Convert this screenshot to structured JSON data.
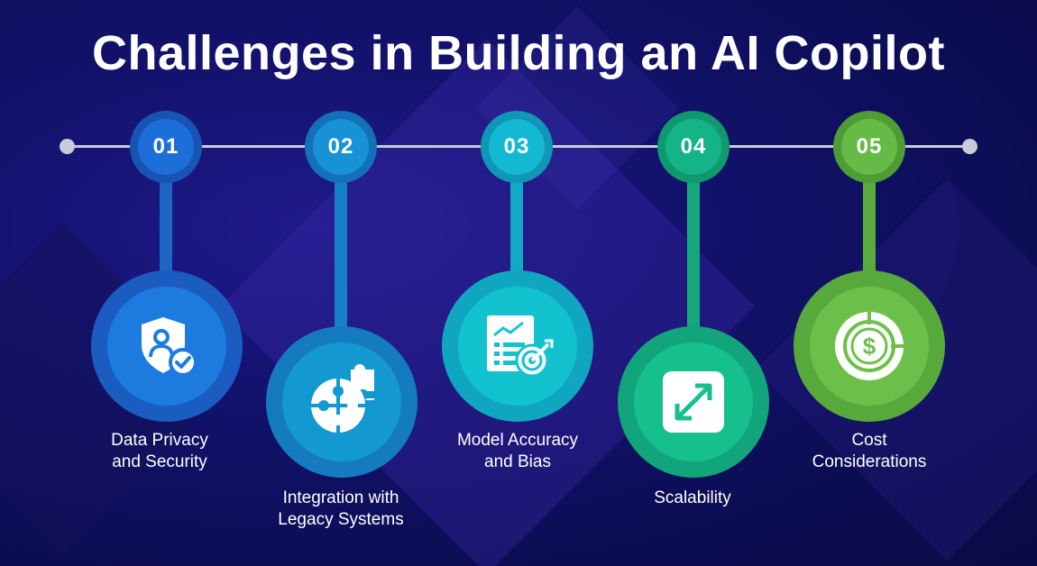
{
  "title": "Challenges in Building an AI Copilot",
  "steps": [
    {
      "number": "01",
      "line1": "Data Privacy",
      "line2": "and Security",
      "icon": "shield-user-icon",
      "color": "#1d7be0"
    },
    {
      "number": "02",
      "line1": "Integration with",
      "line2": "Legacy Systems",
      "icon": "puzzle-icon",
      "color": "#1398d2"
    },
    {
      "number": "03",
      "line1": "Model Accuracy",
      "line2": "and Bias",
      "icon": "report-target-icon",
      "color": "#12c3cf"
    },
    {
      "number": "04",
      "line1": "Scalability",
      "line2": "",
      "icon": "expand-icon",
      "color": "#16c08d"
    },
    {
      "number": "05",
      "line1": "Cost",
      "line2": "Considerations",
      "icon": "dollar-coin-icon",
      "color": "#6cc04a"
    }
  ]
}
